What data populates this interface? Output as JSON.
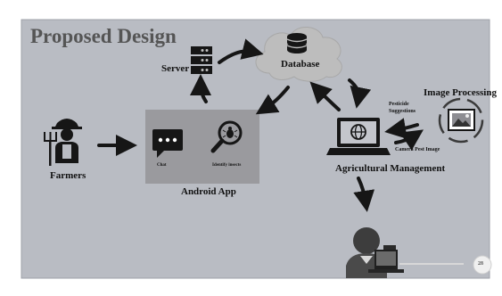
{
  "slide": {
    "title": "Proposed Design",
    "page_number": "28"
  },
  "diagram": {
    "server": "Server",
    "database": "Database",
    "farmers": "Farmers",
    "android_app": "Android App",
    "chat": "Chat",
    "identify_insects": "Identify insects",
    "agricultural_management": "Agricultural Management",
    "image_processing": "Image Processing",
    "pesticide_suggestions": "Pesticide Suggestions",
    "camera_pest_image": "Camera Pest Image"
  },
  "colors": {
    "slide_background": "#b9bcc3",
    "app_box": "#9a9a9e",
    "icon_dark": "#161616",
    "cloud": "#bdbdbd"
  },
  "icons": [
    "server-icon",
    "database-icon",
    "farmer-icon",
    "chat-icon",
    "search-bug-icon",
    "laptop-globe-icon",
    "image-processing-icon",
    "user-at-computer-icon"
  ]
}
